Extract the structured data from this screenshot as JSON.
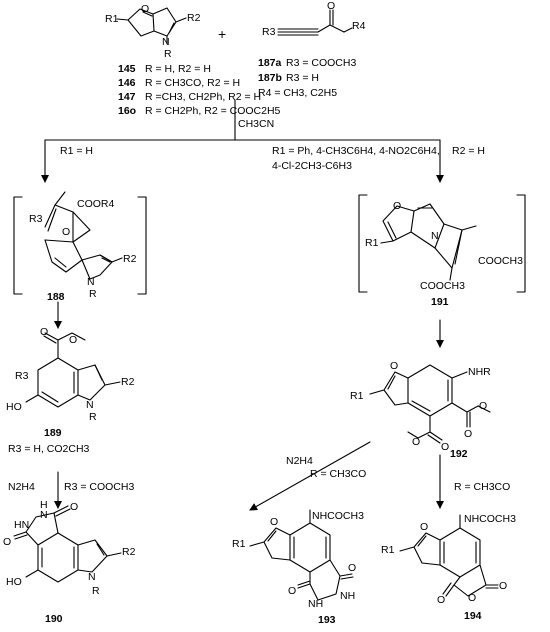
{
  "top": {
    "plus": "+",
    "furan_r1": "R1",
    "furan_r2": "R2",
    "furan_n": "N",
    "furan_r": "R",
    "furan_o": "O",
    "ester_r3": "R3",
    "ester_o": "O",
    "ester_r4": "R4",
    "defs_left": [
      {
        "num": "145",
        "text": "R = H, R2 = H"
      },
      {
        "num": "146",
        "text": "R = CH3CO, R2 = H"
      },
      {
        "num": "147",
        "text": "R =CH3, CH2Ph, R2 = H"
      },
      {
        "num": "16o",
        "text": "R = CH2Ph, R2 = COOC2H5"
      }
    ],
    "defs_right": [
      {
        "num": "187a",
        "text": "R3 =  COOCH3"
      },
      {
        "num": "187b",
        "text": "R3 = H"
      },
      {
        "num": "",
        "text": "R4 = CH3, C2H5"
      }
    ]
  },
  "conditions": {
    "solvent": "CH3CN",
    "left_branch": "R1 = H",
    "mid_branch_line1": "R1 = Ph, 4-CH3C6H4, 4-NO2C6H4,",
    "mid_branch_line2": "4-Cl-2CH3-C6H3",
    "right_branch": "R2 = H",
    "c190_line1": "R3 = H, CO2CH3",
    "c190_reagent": "N2H4",
    "c190_line2": "R3 = COOCH3",
    "c193_reagent": "N2H4",
    "c193_cond": "R = CH3CO",
    "c194_cond": "R = CH3CO"
  },
  "compounds": {
    "c188": {
      "label": "188",
      "coor": "COOR4",
      "r3": "R3",
      "r2": "R2",
      "o": "O",
      "n": "N",
      "r": "R"
    },
    "c189": {
      "label": "189",
      "r3": "R3",
      "r2": "R2",
      "ho": "HO",
      "n": "N",
      "r": "R",
      "o1": "O",
      "o2": "O"
    },
    "c190": {
      "label": "190",
      "hn": "HN",
      "h": "H",
      "n": "N",
      "nr": "N",
      "r": "R",
      "r2": "R2",
      "ho": "HO",
      "o1": "O",
      "o2": "O"
    },
    "c191": {
      "label": "191",
      "r1": "R1",
      "o": "O",
      "n": "N",
      "e1": "COOCH3",
      "e2": "COOCH3"
    },
    "c192": {
      "label": "192",
      "r1": "R1",
      "o": "O",
      "nhr": "NHR",
      "o1": "O",
      "o2": "O",
      "o3": "O",
      "o4": "O"
    },
    "c193": {
      "label": "193",
      "r1": "R1",
      "o": "O",
      "sub": "NHCOCH3",
      "nh1": "NH",
      "nh2": "NH",
      "o1": "O",
      "o2": "O"
    },
    "c194": {
      "label": "194",
      "r1": "R1",
      "o": "O",
      "sub": "NHCOCH3",
      "o1": "O",
      "o2": "O",
      "o3": "O"
    }
  }
}
